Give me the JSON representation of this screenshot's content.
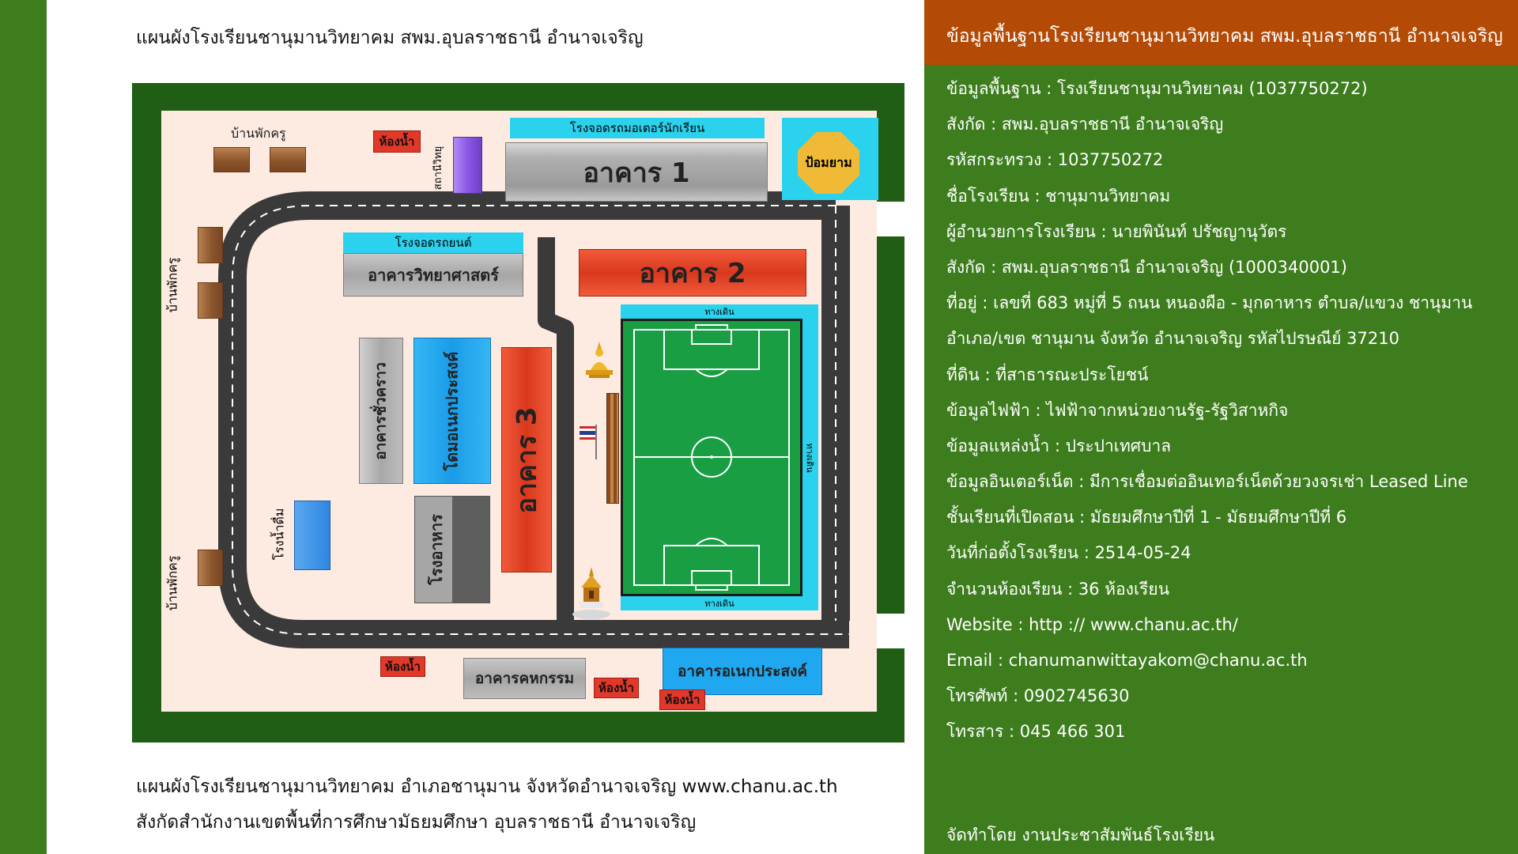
{
  "colors": {
    "green_frame": "#1f5e14",
    "green_panel": "#3d7d1d",
    "orange_header": "#b34a05",
    "ground": "#fdebe2",
    "road": "#3a3a3a",
    "field": "#1a9e44",
    "cyan": "#2ad2ee",
    "red_building": "#e0442a",
    "gray_building": "#a6a6a6",
    "blue_building": "#1fa7f0"
  },
  "map": {
    "title": "แผนผังโรงเรียนชานุมานวิทยาคม  สพม.อุบลราชธานี  อำนาจเจริญ",
    "caption_line1": "แผนผังโรงเรียนชานุมานวิทยาคม  อำเภอชานุมาน  จังหวัดอำนาจเจริญ    www.chanu.ac.th",
    "caption_line2": "สังกัดสำนักงานเขตพื้นที่การศึกษามัธยมศึกษา อุบลราชธานี อำนาจเจริญ",
    "labels": {
      "teacher_house": "บ้านพักครู",
      "restroom": "ห้องน้ำ",
      "radio_station": "สถานีวิทยุ",
      "student_moto_parking": "โรงจอดรถมอเตอร์นักเรียน",
      "building_1": "อาคาร 1",
      "guard_post": "ป้อมยาม",
      "car_parking": "โรงจอดรถยนต์",
      "science_building": "อาคารวิทยาศาสตร์",
      "building_2": "อาคาร 2",
      "temp_building": "อาคารชั่วคราว",
      "multipurpose_dome": "โดมอเนกประสงค์",
      "building_3": "อาคาร 3",
      "drinking_water": "โรงน้ำดื่ม",
      "canteen": "โรงอาหาร",
      "walkway": "ทางเดิน",
      "activity_building": "อาคารคหกรรม",
      "multipurpose_building": "อาคารอเนกประสงค์"
    }
  },
  "info": {
    "header": "ข้อมูลพื้นฐานโรงเรียนชานุมานวิทยาคม  สพม.อุบลราชธานี  อำนาจเจริญ",
    "rows": [
      "ข้อมูลพื้นฐาน : โรงเรียนชานุมานวิทยาคม (1037750272)",
      "สังกัด : สพม.อุบลราชธานี อำนาจเจริญ",
      "รหัสกระทรวง : 1037750272",
      "ชื่อโรงเรียน : ชานุมานวิทยาคม",
      "ผู้อำนวยการโรงเรียน : นายพินันท์ ปรัชญานุวัตร",
      "สังกัด : สพม.อุบลราชธานี อำนาจเจริญ (1000340001)",
      "ที่อยู่ : เลขที่ 683 หมู่ที่ 5 ถนน หนองผือ - มุกดาหาร ตำบล/แขวง ชานุมาน",
      "อำเภอ/เขต ชานุมาน จังหวัด อำนาจเจริญ รหัสไปรษณีย์ 37210",
      "ที่ดิน : ที่สาธารณะประโยชน์",
      "ข้อมูลไฟฟ้า : ไฟฟ้าจากหน่วยงานรัฐ-รัฐวิสาหกิจ",
      "ข้อมูลแหล่งน้ำ : ประปาเทศบาล",
      "ข้อมูลอินเตอร์เน็ต : มีการเชื่อมต่ออินเทอร์เน็ตด้วยวงจรเช่า Leased Line",
      "ชั้นเรียนที่เปิดสอน : มัธยมศึกษาปีที่ 1 - มัธยมศึกษาปีที่ 6",
      "วันที่ก่อตั้งโรงเรียน : 2514-05-24",
      "จำนวนห้องเรียน : 36 ห้องเรียน",
      "Website : http :// www.chanu.ac.th/",
      "Email : chanumanwittayakom@chanu.ac.th",
      "โทรศัพท์ : 0902745630",
      "โทรสาร : 045 466 301"
    ],
    "credit": "จัดทำโดย  งานประชาสัมพันธ์โรงเรียน"
  }
}
